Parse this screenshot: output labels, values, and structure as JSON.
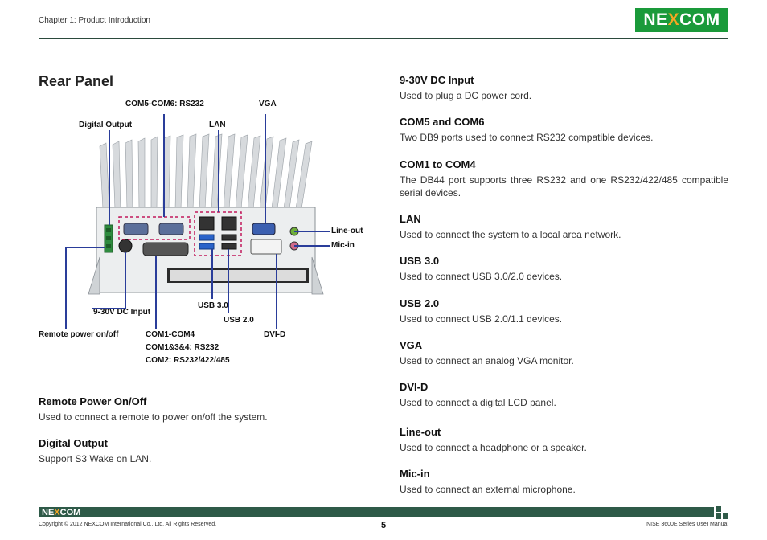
{
  "header": {
    "chapter": "Chapter 1: Product Introduction",
    "logo_pre": "NE",
    "logo_x": "X",
    "logo_post": "COM"
  },
  "section_title": "Rear Panel",
  "diagram_labels": {
    "com5_com6": "COM5-COM6: RS232",
    "vga": "VGA",
    "digital_output": "Digital Output",
    "lan": "LAN",
    "line_out": "Line-out",
    "mic_in": "Mic-in",
    "dc_input": "9-30V DC Input",
    "usb30": "USB 3.0",
    "usb20": "USB 2.0",
    "remote_power": "Remote power on/off",
    "com1_com4": "COM1-COM4",
    "com134": "COM1&3&4: RS232",
    "com2": "COM2: RS232/422/485",
    "dvi_d": "DVI-D"
  },
  "left_items": [
    {
      "title": "Remote Power On/Off",
      "desc": "Used to connect a remote to power on/off the system."
    },
    {
      "title": "Digital Output",
      "desc": "Support S3 Wake on LAN."
    }
  ],
  "right_items": [
    {
      "title": "9-30V DC Input",
      "desc": "Used to plug a DC power cord."
    },
    {
      "title": "COM5 and COM6",
      "desc": "Two DB9 ports used to connect RS232 compatible devices."
    },
    {
      "title": "COM1 to COM4",
      "desc": "The DB44 port supports three RS232 and one RS232/422/485 compatible serial devices."
    },
    {
      "title": "LAN",
      "desc": "Used to connect the system to a local area network."
    },
    {
      "title": "USB 3.0",
      "desc": "Used to connect USB 3.0/2.0 devices."
    },
    {
      "title": "USB 2.0",
      "desc": "Used to connect USB 2.0/1.1 devices."
    },
    {
      "title": "VGA",
      "desc": "Used to connect an analog VGA monitor."
    },
    {
      "title": "DVI-D",
      "desc": "Used to connect a digital LCD panel."
    },
    {
      "title": "Line-out",
      "desc": "Used to connect a headphone or a speaker."
    },
    {
      "title": "Mic-in",
      "desc": "Used to connect an external microphone."
    }
  ],
  "footer": {
    "logo_pre": "NE",
    "logo_x": "X",
    "logo_post": "COM",
    "copyright": "Copyright © 2012 NEXCOM International Co., Ltd. All Rights Reserved.",
    "page": "5",
    "manual": "NISE 3600E Series User Manual"
  },
  "colors": {
    "brand_green": "#1a9a3a",
    "footer_green": "#2e5a48",
    "accent_orange": "#f5a623",
    "callout_blue": "#2a3d9a",
    "dashed_magenta": "#c2185b"
  }
}
